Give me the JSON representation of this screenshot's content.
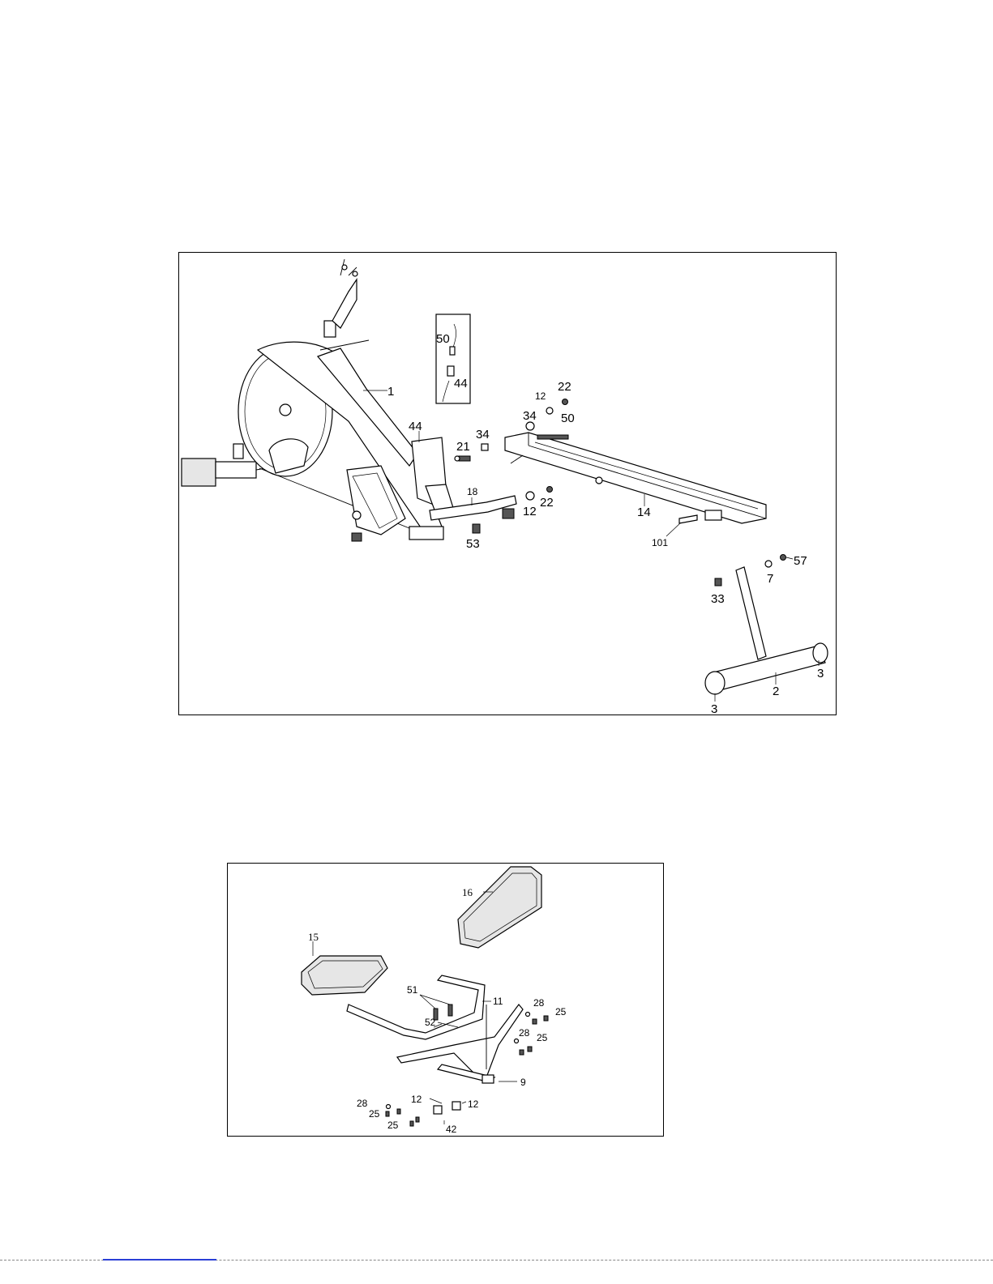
{
  "figure1": {
    "inset_labels": [
      "50",
      "44"
    ],
    "labels": {
      "frame": "1",
      "pedal_assembly": "44",
      "bolt21": "21",
      "nut34a": "34",
      "crossbar": "18",
      "washer12a": "12",
      "nut22a": "22",
      "cap53": "53",
      "nut34b": "34",
      "washer12b": "12",
      "nut22b": "22",
      "bolt50": "50",
      "rail": "14",
      "pin": "101",
      "washer7": "7",
      "bolt57": "57",
      "bolt33": "33",
      "stabilizer": "2",
      "endcap_right": "3",
      "endcap_left": "3"
    }
  },
  "figure2": {
    "labels": {
      "backrest": "16",
      "seat": "15",
      "handle_frame": "11",
      "bolts51": "51",
      "pin52": "52",
      "washer28a": "28",
      "bolt25a": "25",
      "washer28b": "28",
      "bolt25b": "25",
      "slider9": "9",
      "washer12a": "12",
      "washer12b": "12",
      "washer28c": "28",
      "bolt25c": "25",
      "bolt25d": "25",
      "roller42": "42"
    }
  }
}
